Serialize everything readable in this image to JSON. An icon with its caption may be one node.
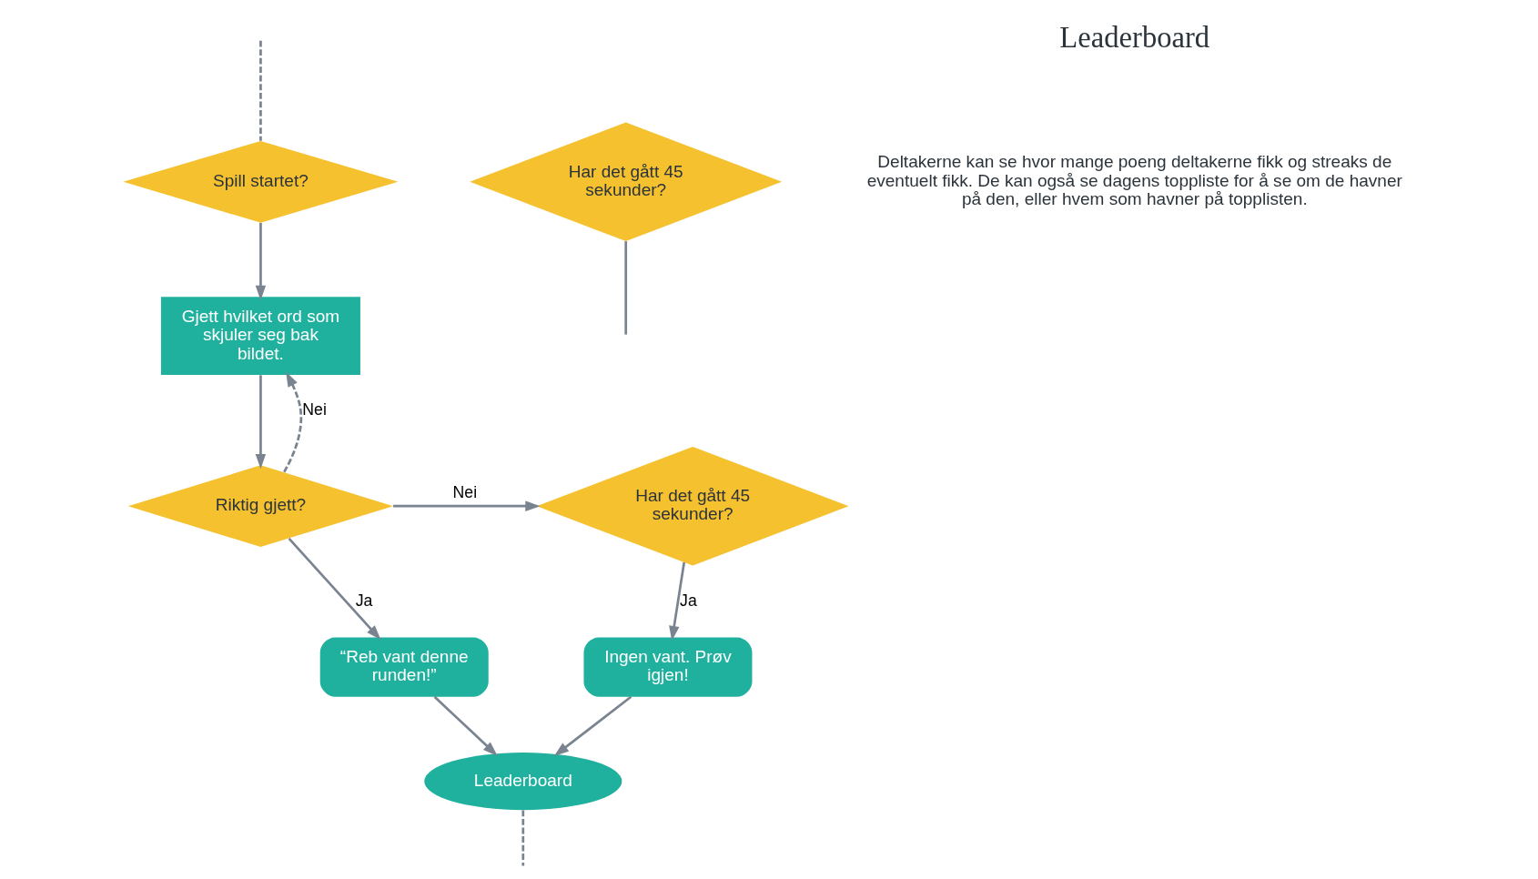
{
  "diagram": {
    "nodes": [
      {
        "text": [
          "Spill startet?"
        ]
      },
      {
        "text": [
          "Har det gått 45 sekunder?"
        ]
      },
      {
        "text": [
          "Gjett hvilket ord som skjuler seg bak bildet."
        ]
      },
      {
        "text": [
          "Riktig gjett?"
        ]
      },
      {
        "text": [
          "Har det gått 45 sekunder?"
        ]
      },
      {
        "text": [
          "“Reb vant denne runden!”"
        ]
      },
      {
        "text": [
          "Ingen vant. Prøv igjen!"
        ]
      },
      {
        "text": [
          "Leaderboard"
        ]
      }
    ],
    "edges": [
      {
        "from": null,
        "to": 0,
        "arrow": "none",
        "style": "dashed"
      },
      {
        "from": 1,
        "to": null,
        "arrow": "none"
      },
      {
        "from": 0,
        "to": 2,
        "arrow": "to"
      },
      {
        "from": 2,
        "to": 3,
        "arrow": "to"
      },
      {
        "from": 3,
        "to": 2,
        "arrow": "to",
        "label": "Nei",
        "style": "dashed"
      },
      {
        "from": 3,
        "to": 4,
        "arrow": "to",
        "label": "Nei"
      },
      {
        "from": 3,
        "to": 5,
        "arrow": "to",
        "label": "Ja"
      },
      {
        "from": 4,
        "to": 6,
        "arrow": "to",
        "label": "Ja"
      },
      {
        "from": 5,
        "to": 7,
        "arrow": "to"
      },
      {
        "from": 6,
        "to": 7,
        "arrow": "to"
      },
      {
        "from": 7,
        "to": null,
        "arrow": "none",
        "style": "dashed"
      }
    ],
    "labels": [
      "Leaderboard",
      "Deltakerne kan se hvor mange poeng deltakerne fikk og streaks de eventuelt fikk. De kan også se dagens toppliste for å se om de havner på den, eller hvem som havner på topplisten."
    ]
  }
}
